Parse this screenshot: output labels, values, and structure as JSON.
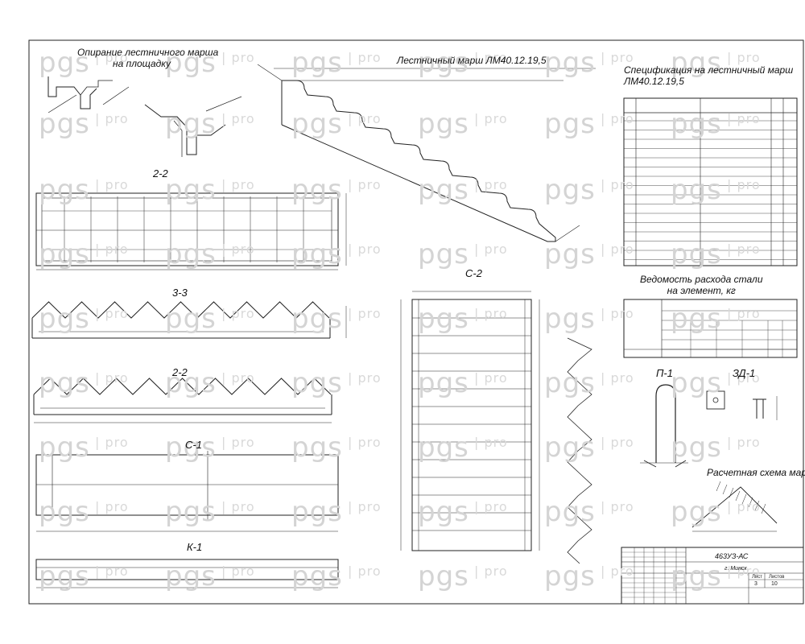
{
  "drawing": {
    "titles": {
      "support": [
        "Опирание лестничного марша",
        "на площадку"
      ],
      "flight": "Лестничный марш ЛМ40.12.19,5",
      "spec": [
        "Спецификация на лестничный марш",
        "ЛМ40.12.19,5"
      ],
      "steel": [
        "Ведомость расхода стали",
        "на элемент, кг"
      ],
      "calc": "Расчетная схема марша"
    },
    "section_labels": {
      "s22_top": "2-2",
      "s33": "3-3",
      "s22_mid": "2-2",
      "c1": "С-1",
      "k1": "К-1",
      "c2": "С-2",
      "p1": "П-1",
      "zd1": "ЗД-1"
    },
    "watermark": {
      "text": "pgs",
      "suffix": "pro"
    },
    "title_block": {
      "code": "463УЗ-АС",
      "city": "г. Минск",
      "sheet_label": "Лист",
      "sheets_label": "Листов",
      "sheet": "3",
      "sheets": "10"
    }
  }
}
